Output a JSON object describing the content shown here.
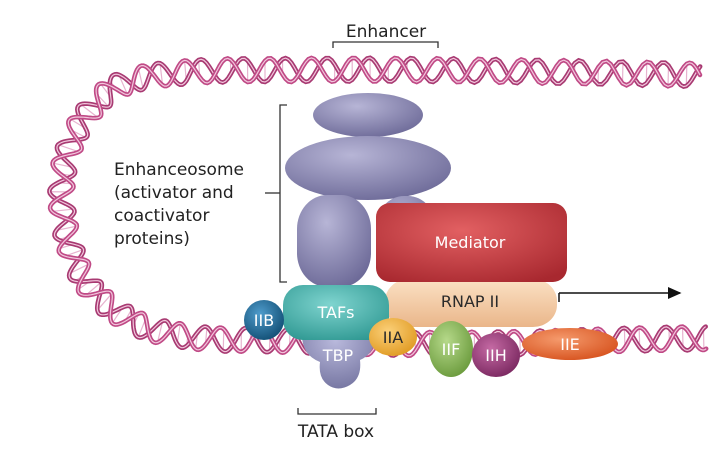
{
  "labels": {
    "enhancer": "Enhancer",
    "enhanceosome_lines": [
      "Enhanceosome",
      "(activator and",
      "coactivator",
      "proteins)"
    ],
    "tata_box": "TATA box"
  },
  "proteins": {
    "mediator": "Mediator",
    "rnap": "RNAP II",
    "tafs": "TAFs",
    "tbp": "TBP",
    "iib": "IIB",
    "iia": "IIA",
    "iif": "IIF",
    "iih": "IIH",
    "iie": "IIE"
  },
  "colors": {
    "dna": "#c04a86",
    "enhanceosome": "#7d7aa8",
    "mediator": "#c8383e",
    "rnap": "#f5cfa6",
    "tafs": "#45b3ad",
    "tbp": "#8a8ab8",
    "iib": "#1e6e9c",
    "iia": "#f2b03a",
    "iif": "#86b553",
    "iih": "#9a3a78",
    "iie": "#e86a36"
  }
}
